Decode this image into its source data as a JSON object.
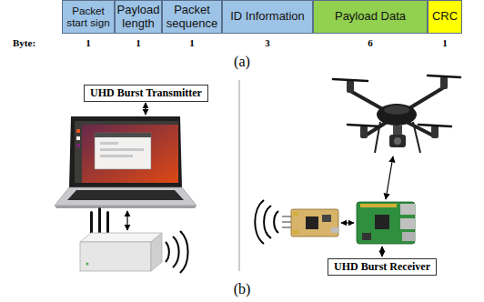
{
  "diagram": {
    "nodes": [
      {
        "text": [
          "Packet start sign"
        ]
      },
      {
        "text": [
          "Payload length"
        ]
      },
      {
        "text": [
          "Packet sequence"
        ]
      },
      {
        "text": [
          "ID Information"
        ]
      },
      {
        "text": [
          "Payload Data"
        ]
      },
      {
        "text": [
          "CRC"
        ]
      },
      {
        "text": [
          "UHD Burst Transmitter"
        ]
      },
      {
        "text": [
          "UHD Burst Receiver"
        ]
      }
    ],
    "labels": [
      "Byte:",
      "1",
      "1",
      "1",
      "3",
      "6",
      "1",
      "(a)",
      "(b)"
    ]
  }
}
